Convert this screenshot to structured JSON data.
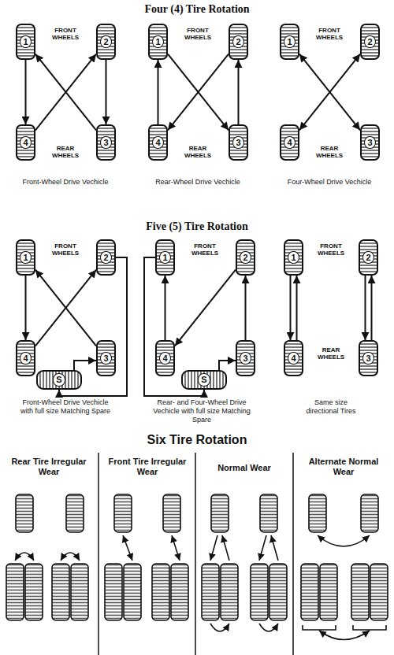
{
  "diagram": {
    "title": "Four (4) Tire Rotation",
    "nodes": [
      {
        "text": [
          "1"
        ]
      },
      {
        "text": [
          "2"
        ]
      },
      {
        "text": [
          "4"
        ]
      },
      {
        "text": [
          "3"
        ]
      },
      {
        "text": [
          "1"
        ]
      },
      {
        "text": [
          "2"
        ]
      },
      {
        "text": [
          "4"
        ]
      },
      {
        "text": [
          "3"
        ]
      },
      {
        "text": [
          "1"
        ]
      },
      {
        "text": [
          "2"
        ]
      },
      {
        "text": [
          "4"
        ]
      },
      {
        "text": [
          "3"
        ]
      },
      {
        "text": [
          "1"
        ]
      },
      {
        "text": [
          "2"
        ]
      },
      {
        "text": [
          "4"
        ]
      },
      {
        "text": [
          "S"
        ]
      },
      {
        "text": [
          "3"
        ]
      },
      {
        "text": [
          "1"
        ]
      },
      {
        "text": [
          "2"
        ]
      },
      {
        "text": [
          "4"
        ]
      },
      {
        "text": [
          "S"
        ]
      },
      {
        "text": [
          "3"
        ]
      },
      {
        "text": [
          "1"
        ]
      },
      {
        "text": [
          "2"
        ]
      },
      {
        "text": [
          "4"
        ]
      },
      {
        "text": [
          "3"
        ]
      }
    ],
    "edges": [
      {
        "from": 0,
        "to": 2,
        "arrow": "to"
      },
      {
        "from": 1,
        "to": 3,
        "arrow": "to"
      },
      {
        "from": 3,
        "to": 0,
        "arrow": "to"
      },
      {
        "from": 2,
        "to": 1,
        "arrow": "to"
      },
      {
        "from": 6,
        "to": 4,
        "arrow": "to"
      },
      {
        "from": 7,
        "to": 5,
        "arrow": "to"
      },
      {
        "from": 4,
        "to": 7,
        "arrow": "to"
      },
      {
        "from": 5,
        "to": 6,
        "arrow": "to"
      },
      {
        "from": 8,
        "to": 11,
        "arrow": "both"
      },
      {
        "from": 9,
        "to": 10,
        "arrow": "both"
      },
      {
        "from": 12,
        "to": 14,
        "arrow": "to"
      },
      {
        "from": 14,
        "to": 13,
        "arrow": "to"
      },
      {
        "from": 16,
        "to": 12,
        "arrow": "to"
      },
      {
        "from": 15,
        "to": 16,
        "arrow": "to"
      },
      {
        "from": 13,
        "to": 15,
        "arrow": "to"
      },
      {
        "from": 19,
        "to": 17,
        "arrow": "to"
      },
      {
        "from": 21,
        "to": 18,
        "arrow": "to"
      },
      {
        "from": 18,
        "to": 19,
        "arrow": "to"
      },
      {
        "from": 20,
        "to": 21,
        "arrow": "to"
      },
      {
        "from": 17,
        "to": 20,
        "arrow": "to"
      },
      {
        "from": 22,
        "to": 24,
        "arrow": "to"
      },
      {
        "from": 24,
        "to": 22,
        "arrow": "to"
      },
      {
        "from": 23,
        "to": 25,
        "arrow": "to"
      },
      {
        "from": 25,
        "to": 23,
        "arrow": "to"
      }
    ],
    "labels": [
      "FRONT WHEELS",
      "REAR WHEELS",
      "Front-Wheel Drive Vechicle",
      "FRONT WHEELS",
      "REAR WHEELS",
      "Rear-Wheel Drive Vechicle",
      "FRONT WHEELS",
      "REAR WHEELS",
      "Four-Wheel Drive Vechicle",
      "Five (5) Tire Rotation",
      "FRONT WHEELS",
      "Front-Wheel Drive Vechicle with full size Matching Spare",
      "FRONT WHEELS",
      "Rear- and Four-Wheel Drive Vechicle with full size Matching Spare",
      "FRONT WHEELS",
      "REAR WHEELS",
      "Same size directional Tires",
      "Six Tire Rotation",
      "Rear Tire Irregular Wear",
      "Front Tire Irregular Wear",
      "Normal Wear",
      "Alternate Normal Wear"
    ]
  }
}
